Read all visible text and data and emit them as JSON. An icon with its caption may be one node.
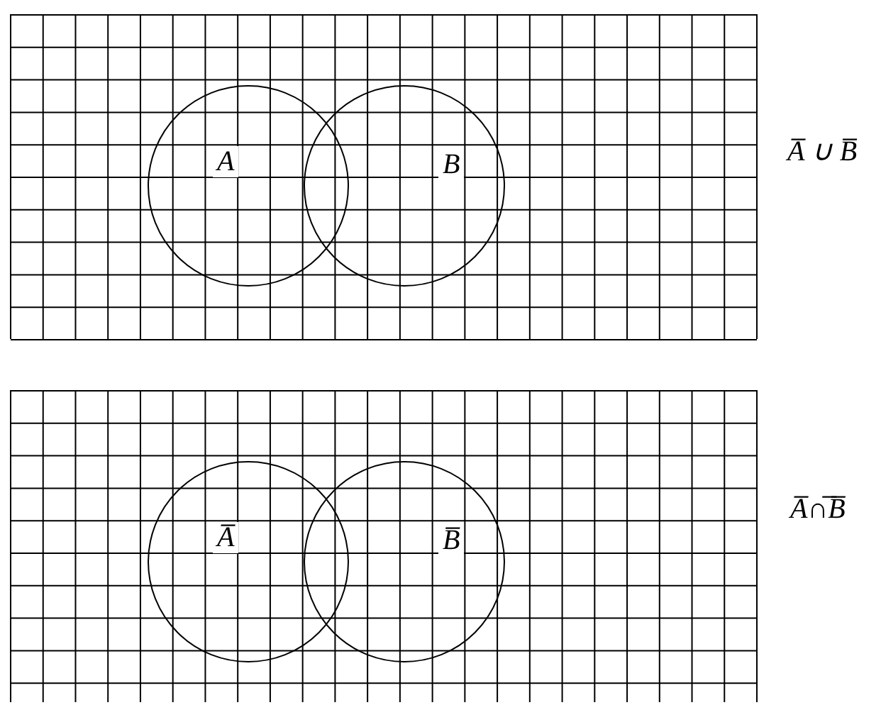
{
  "diagram": {
    "nodes": [
      {
        "text": [
          "A"
        ]
      },
      {
        "text": [
          "B"
        ]
      },
      {
        "text": [
          "A̅"
        ]
      },
      {
        "text": [
          "B̅"
        ]
      }
    ],
    "labels": [
      "A̅ ∪ B̅",
      "A̅∩̅B̅"
    ]
  }
}
